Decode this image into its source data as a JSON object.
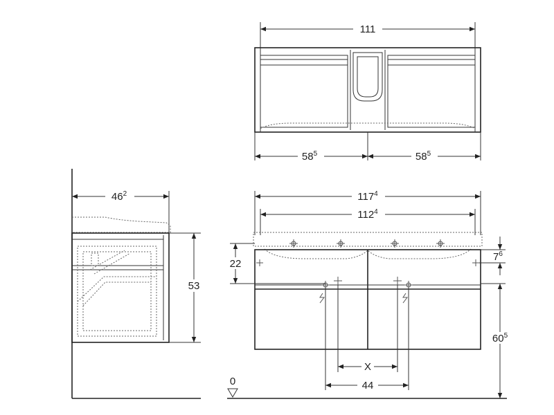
{
  "top_view": {
    "overall_width": {
      "main": "111",
      "sup": ""
    },
    "half_left": {
      "main": "58",
      "sup": "5"
    },
    "half_right": {
      "main": "58",
      "sup": "5"
    }
  },
  "side_view": {
    "depth": {
      "main": "46",
      "sup": "2"
    },
    "height": {
      "main": "53",
      "sup": ""
    }
  },
  "front_view": {
    "outer_width": {
      "main": "117",
      "sup": "4"
    },
    "inner_width": {
      "main": "112",
      "sup": "4"
    },
    "left_height": {
      "main": "22",
      "sup": ""
    },
    "right_small": {
      "main": "7",
      "sup": "6"
    },
    "floor_height": {
      "main": "60",
      "sup": "5"
    },
    "var_width": {
      "main": "X",
      "sup": ""
    },
    "drain_width": {
      "main": "44",
      "sup": ""
    },
    "floor_ref": {
      "main": "0",
      "sup": ""
    }
  },
  "colors": {
    "line": "#222222",
    "dotted": "#666666"
  }
}
